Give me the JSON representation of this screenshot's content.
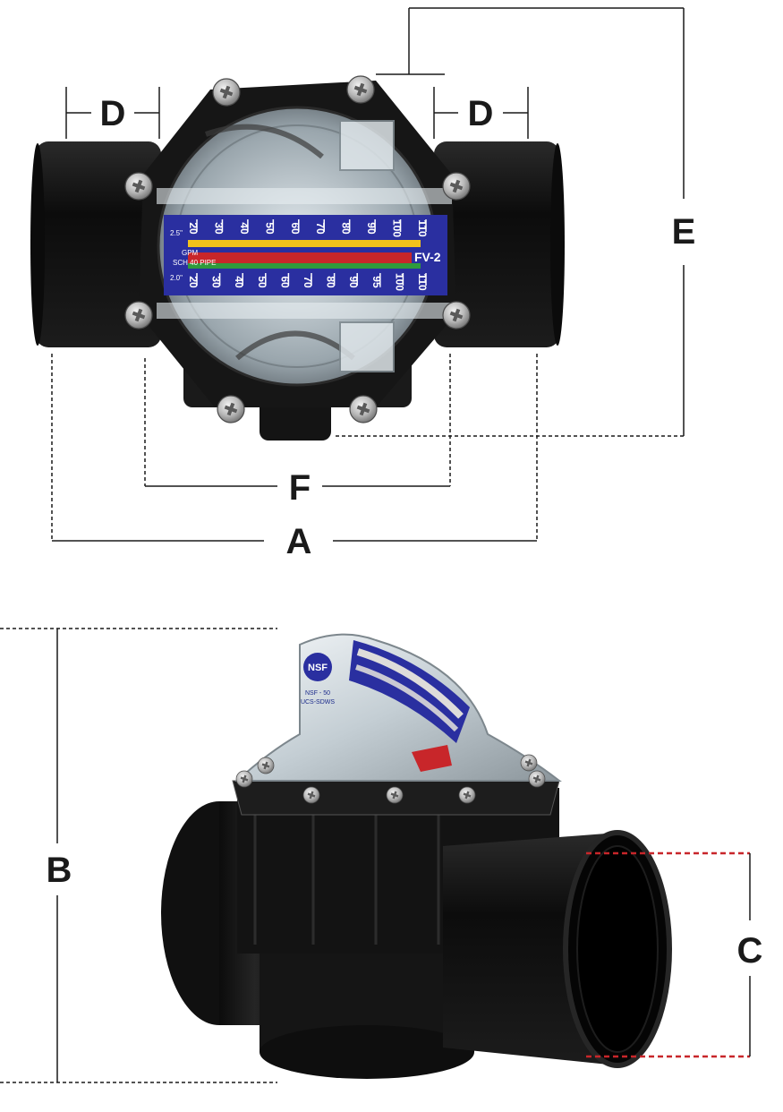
{
  "dimensions": {
    "A": "A",
    "B": "B",
    "C": "C",
    "D_left": "D",
    "D_right": "D",
    "E": "E",
    "F": "F"
  },
  "colors": {
    "body": "#151515",
    "scale_blue": "#2a2fa0",
    "scale_red": "#c8262a",
    "scale_yellow": "#f2c21b",
    "scale_green": "#2f9a3c",
    "dashed_c": "#c8262a",
    "line": "#1a1a1a"
  },
  "gauge_top": {
    "model": "FV-2",
    "upper_numbers": [
      "20",
      "30",
      "40",
      "50",
      "60",
      "70",
      "80",
      "90",
      "100",
      "110"
    ],
    "lower_numbers": [
      "20",
      "30",
      "40",
      "50",
      "60",
      "70",
      "80",
      "90",
      "95",
      "100",
      "110"
    ],
    "left_upper": "2.5\"",
    "left_lower": "2.0\"",
    "unit": "GPM",
    "pipe": "SCH 40 PIPE"
  },
  "gauge_front": {
    "logo": "NSF",
    "sub1": "NSF - 50",
    "sub2": "UCS-SDWS"
  },
  "icons": [
    "screw-icon"
  ]
}
